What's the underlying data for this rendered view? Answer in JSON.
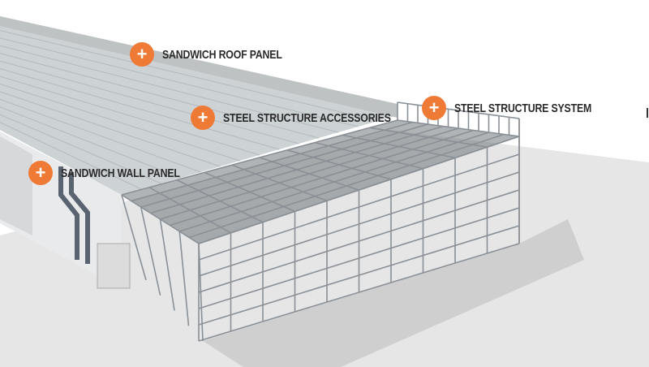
{
  "hotspots": [
    {
      "id": "roof",
      "label": "SANDWICH ROOF PANEL",
      "icon": "plus-icon"
    },
    {
      "id": "accessories",
      "label": "STEEL STRUCTURE ACCESSORIES",
      "icon": "plus-icon"
    },
    {
      "id": "system",
      "label": "STEEL STRUCTURE SYSTEM",
      "icon": "plus-icon"
    },
    {
      "id": "wall",
      "label": "SANDWICH WALL PANEL",
      "icon": "plus-icon"
    }
  ],
  "colors": {
    "accent": "#ef7a36",
    "ground": "#e4e4e4",
    "roof": "#cfd3d6",
    "steel": "#8a9096"
  }
}
